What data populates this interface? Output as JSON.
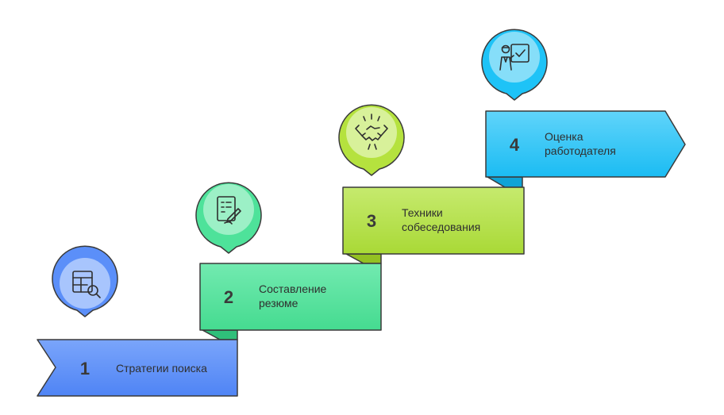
{
  "steps": [
    {
      "number": "1",
      "label_lines": [
        "Стратегии поиска"
      ],
      "icon": "table-search-icon",
      "color": "#5b8ff9",
      "color_light": "#7aa5fb",
      "color_dark": "#3f6fd6"
    },
    {
      "number": "2",
      "label_lines": [
        "Составление",
        "резюме"
      ],
      "icon": "resume-edit-icon",
      "color": "#4ee29a",
      "color_light": "#6fe9af",
      "color_dark": "#2fbf7a"
    },
    {
      "number": "3",
      "label_lines": [
        "Техники",
        "собеседования"
      ],
      "icon": "handshake-icon",
      "color": "#b5e23e",
      "color_light": "#c4e96a",
      "color_dark": "#93c022"
    },
    {
      "number": "4",
      "label_lines": [
        "Оценка",
        "работодателя"
      ],
      "icon": "employer-review-icon",
      "color": "#1ec3f7",
      "color_light": "#5fd3f9",
      "color_dark": "#0fa3d6"
    }
  ]
}
